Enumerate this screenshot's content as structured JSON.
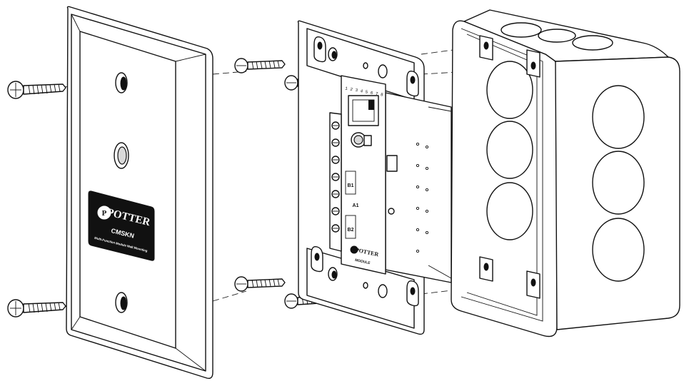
{
  "figure": {
    "nameplate": {
      "brand": "POTTER",
      "model": "CMSKN",
      "subtitle": "Multi-Function Module Wall Mounting"
    },
    "board": {
      "brand": "POTTER",
      "model": "MODULE",
      "dip_numbers": "1 2 3 4 5 6 7 8",
      "terminal_labels": [
        "B1",
        "A1",
        "B2"
      ]
    },
    "colors": {
      "line": "#111111",
      "background": "#ffffff"
    }
  }
}
